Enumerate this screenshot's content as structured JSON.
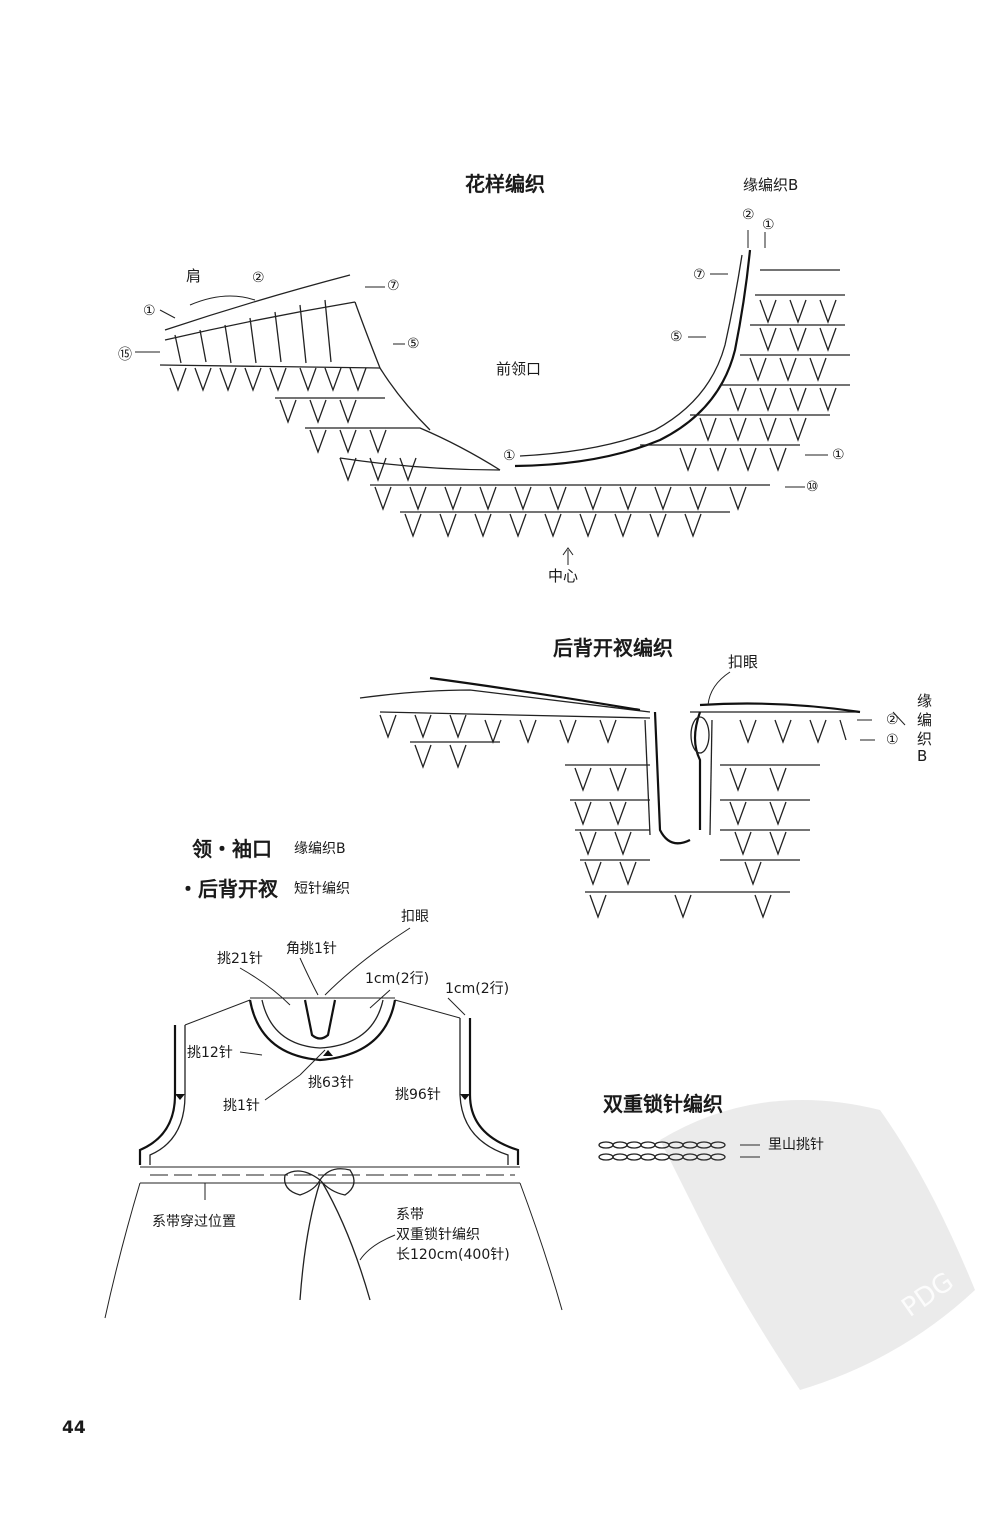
{
  "section1": {
    "title": "花样编织",
    "shoulder": "肩",
    "front_neck": "前领口",
    "center": "中心",
    "edge_b": "缘编织B",
    "row_markers_left": [
      "②",
      "①",
      "⑮"
    ],
    "row_markers_mid": [
      "⑦",
      "⑤"
    ],
    "row_markers_right": [
      "②",
      "①",
      "⑦",
      "⑤",
      "①",
      "⑩"
    ],
    "row_marker_center": "①"
  },
  "section2": {
    "title": "后背开衩编织",
    "buttonhole": "扣眼",
    "edge_b_vertical": [
      "缘",
      "编",
      "织",
      "B"
    ],
    "row_markers": [
      "②",
      "①"
    ]
  },
  "section3": {
    "heading1": "领・袖口",
    "heading1_sub": "缘编织B",
    "heading2": "・后背开衩",
    "heading2_sub": "短针编织",
    "buttonhole": "扣眼",
    "pick21": "挑21针",
    "corner_pick1": "角挑1针",
    "cm_2rows_a": "1cm(2行)",
    "cm_2rows_b": "1cm(2行)",
    "pick12": "挑12针",
    "pick63": "挑63针",
    "pick1": "挑1针",
    "pick96": "挑96针",
    "tie_position": "系带穿过位置",
    "tie_lines": [
      "系带",
      "双重锁针编织",
      "长120cm(400针)"
    ]
  },
  "section4": {
    "title": "双重锁针编织",
    "label": "里山挑针"
  },
  "page_number": "44",
  "watermark": "PDG"
}
